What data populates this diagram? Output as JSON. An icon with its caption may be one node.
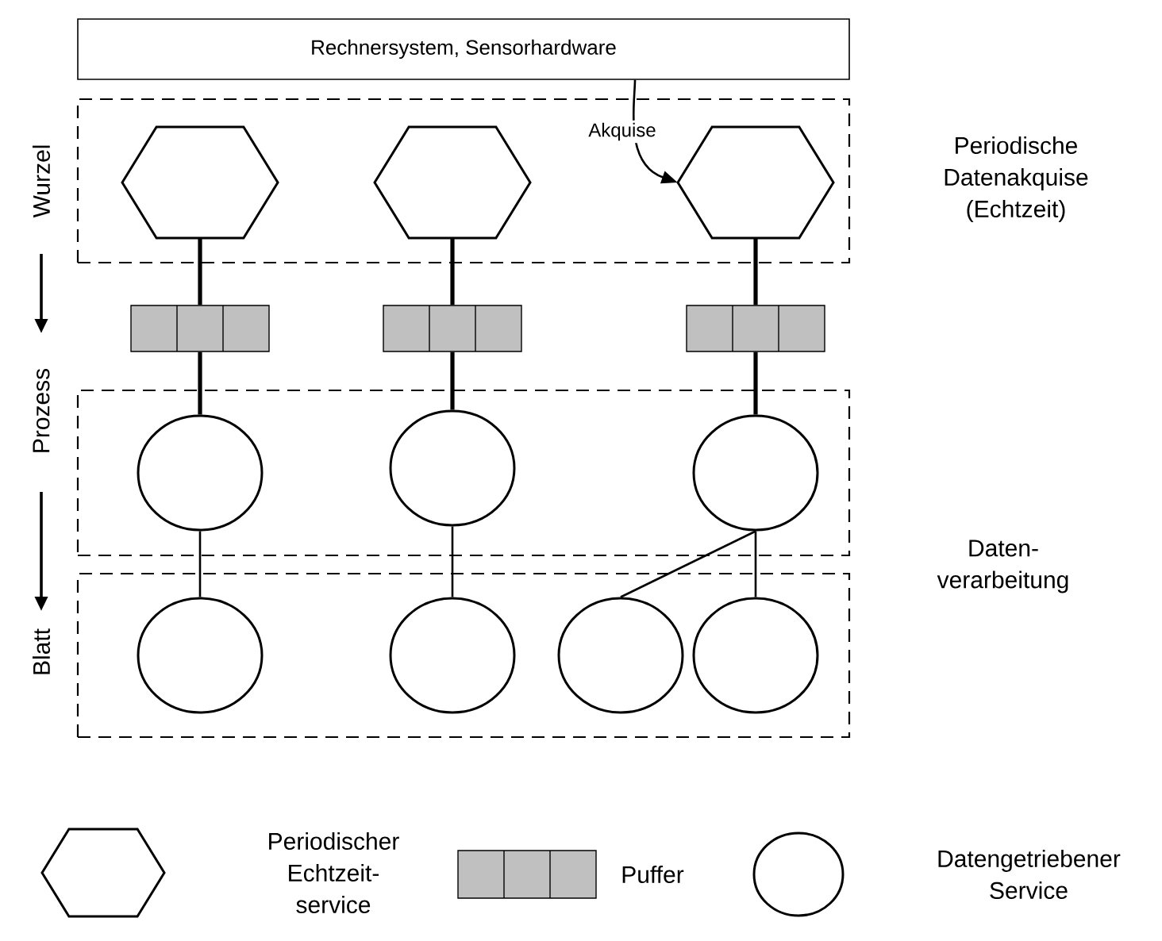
{
  "diagram": {
    "nodes": [
      {
        "text": [
          "Rechnersystem, Sensorhardware"
        ]
      },
      {
        "text": [],
        "shape": "box"
      },
      {
        "text": [],
        "shape": "hexagon",
        "in": 1
      },
      {
        "text": [],
        "shape": "hexagon",
        "in": 1
      },
      {
        "text": [],
        "shape": "hexagon",
        "in": 1
      },
      {
        "text": [],
        "shape": "bar"
      },
      {
        "text": [],
        "shape": "bar"
      },
      {
        "text": [],
        "shape": "bar"
      },
      {
        "text": [],
        "shape": "box"
      },
      {
        "text": [],
        "shape": "circle",
        "in": 8
      },
      {
        "text": [],
        "shape": "circle",
        "in": 8
      },
      {
        "text": [],
        "shape": "circle",
        "in": 8
      },
      {
        "text": [],
        "shape": "box"
      },
      {
        "text": [],
        "shape": "circle",
        "in": 12
      },
      {
        "text": [],
        "shape": "circle",
        "in": 12
      },
      {
        "text": [],
        "shape": "circle",
        "in": 12
      },
      {
        "text": [],
        "shape": "circle",
        "in": 12
      }
    ],
    "edges": [
      {
        "from": 0,
        "to": 4,
        "arrow": "to",
        "label": "Akquise"
      },
      {
        "from": 2,
        "to": 5,
        "arrow": "none"
      },
      {
        "from": 5,
        "to": 9,
        "arrow": "none"
      },
      {
        "from": 3,
        "to": 6,
        "arrow": "none"
      },
      {
        "from": 6,
        "to": 10,
        "arrow": "none"
      },
      {
        "from": 4,
        "to": 7,
        "arrow": "none"
      },
      {
        "from": 7,
        "to": 11,
        "arrow": "none"
      },
      {
        "from": 9,
        "to": 13,
        "arrow": "none"
      },
      {
        "from": 10,
        "to": 14,
        "arrow": "none"
      },
      {
        "from": 11,
        "to": 15,
        "arrow": "none"
      },
      {
        "from": 11,
        "to": 16,
        "arrow": "none"
      }
    ],
    "labels": [
      "Wurzel",
      "Periodische Datenakquise (Echtzeit)",
      "Prozess",
      "Blatt",
      "Daten- verarbeitung"
    ],
    "legend": [
      {
        "text": "Periodischer Echtzeit- service"
      },
      {
        "text": "Puffer"
      },
      {
        "text": "Datengetriebener Service"
      }
    ]
  }
}
